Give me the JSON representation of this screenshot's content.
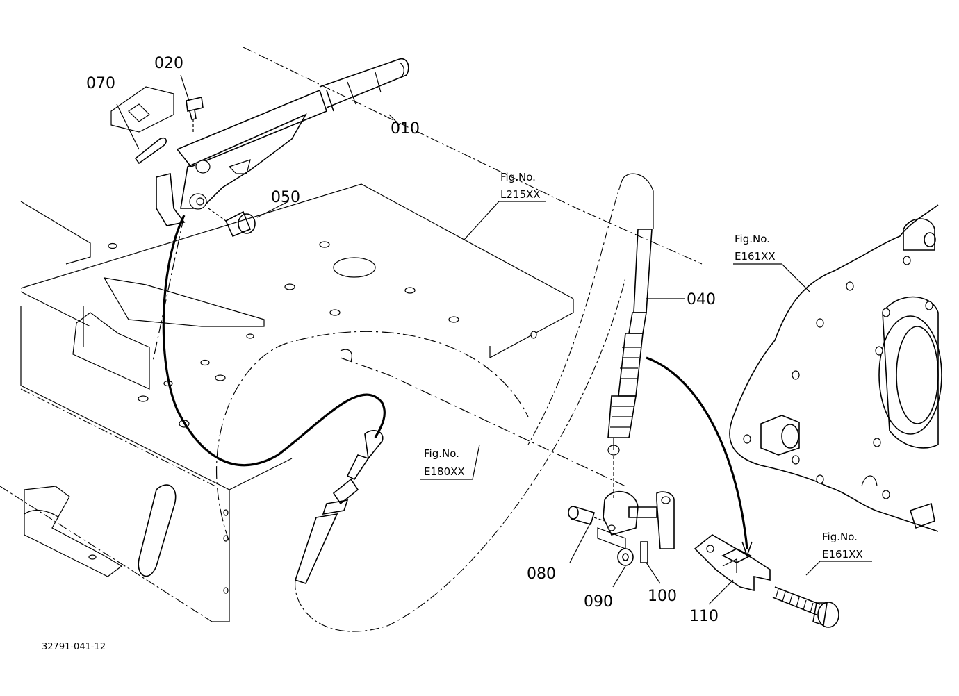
{
  "parts": [
    {
      "id": "010",
      "label": "010"
    },
    {
      "id": "020",
      "label": "020"
    },
    {
      "id": "040",
      "label": "040"
    },
    {
      "id": "050",
      "label": "050"
    },
    {
      "id": "070",
      "label": "070"
    },
    {
      "id": "080",
      "label": "080"
    },
    {
      "id": "090",
      "label": "090"
    },
    {
      "id": "100",
      "label": "100"
    },
    {
      "id": "110",
      "label": "110"
    }
  ],
  "figure_refs": [
    {
      "line1": "Fig.No.",
      "line2": "L215XX"
    },
    {
      "line1": "Fig.No.",
      "line2": "E161XX"
    },
    {
      "line1": "Fig.No.",
      "line2": "E180XX"
    },
    {
      "line1": "Fig.No.",
      "line2": "E161XX"
    }
  ],
  "drawing_code": "32791-041-12"
}
